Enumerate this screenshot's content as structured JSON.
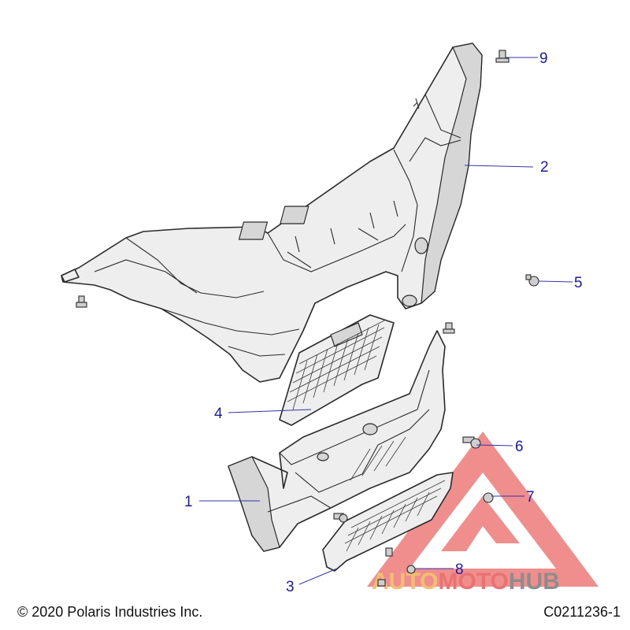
{
  "callouts": [
    {
      "label": "1"
    },
    {
      "label": "2"
    },
    {
      "label": "3"
    },
    {
      "label": "4"
    },
    {
      "label": "5"
    },
    {
      "label": "6"
    },
    {
      "label": "7"
    },
    {
      "label": "8"
    },
    {
      "label": "9"
    }
  ],
  "footer": {
    "copyright": "© 2020 Polaris Industries Inc.",
    "drawing_code": "C0211236-1"
  },
  "watermark": {
    "part_a": "AUTO",
    "part_b": "MOTO",
    "part_c": "HUB",
    "colors": {
      "triangle": "#e85a5a",
      "auto": "#f2b35a",
      "moto": "#e85a5a",
      "hub": "#7a7a7a"
    }
  },
  "colors": {
    "callout_text": "#1a1aa8",
    "leader": "#3333aa",
    "part_fill": "#eeeeee",
    "outline": "#2a2a2a"
  }
}
